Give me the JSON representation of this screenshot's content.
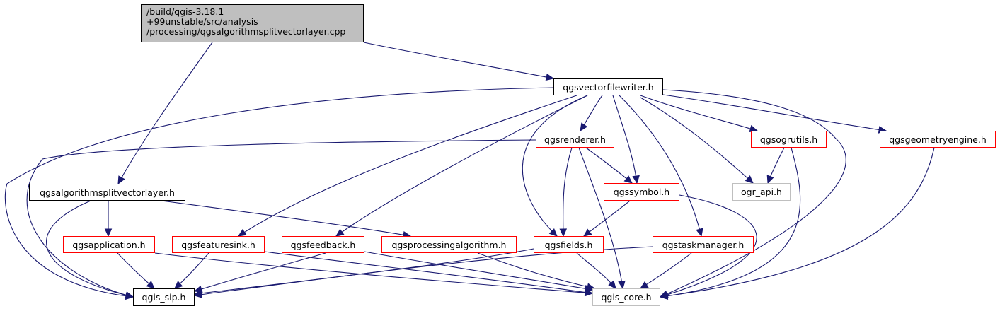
{
  "diagram": {
    "type": "include-dependency-graph",
    "colors": {
      "edge": "#191970",
      "root_fill": "#bfbfbf",
      "documented_border": "#000000",
      "truncated_border": "#ff0000",
      "external_border": "#bfbfbf"
    },
    "nodes": [
      {
        "id": "root",
        "label_lines": [
          "/build/qgis-3.18.1",
          "+99unstable/src/analysis",
          "/processing/qgsalgorithmsplitvectorlayer.cpp"
        ],
        "kind": "root"
      },
      {
        "id": "vfw",
        "label": "qgsvectorfilewriter.h",
        "kind": "main"
      },
      {
        "id": "renderer",
        "label": "qgsrenderer.h",
        "kind": "trunc"
      },
      {
        "id": "ogrutils",
        "label": "qgsogrutils.h",
        "kind": "trunc"
      },
      {
        "id": "geomengine",
        "label": "qgsgeometryengine.h",
        "kind": "trunc"
      },
      {
        "id": "splitlayer",
        "label": "qgsalgorithmsplitvectorlayer.h",
        "kind": "main"
      },
      {
        "id": "symbol",
        "label": "qgssymbol.h",
        "kind": "trunc"
      },
      {
        "id": "ograpi",
        "label": "ogr_api.h",
        "kind": "ext"
      },
      {
        "id": "application",
        "label": "qgsapplication.h",
        "kind": "trunc"
      },
      {
        "id": "featuresink",
        "label": "qgsfeaturesink.h",
        "kind": "trunc"
      },
      {
        "id": "feedback",
        "label": "qgsfeedback.h",
        "kind": "trunc"
      },
      {
        "id": "procalg",
        "label": "qgsprocessingalgorithm.h",
        "kind": "trunc"
      },
      {
        "id": "fields",
        "label": "qgsfields.h",
        "kind": "trunc"
      },
      {
        "id": "taskmgr",
        "label": "qgstaskmanager.h",
        "kind": "trunc"
      },
      {
        "id": "sip",
        "label": "qgis_sip.h",
        "kind": "main"
      },
      {
        "id": "core",
        "label": "qgis_core.h",
        "kind": "ext"
      }
    ],
    "edges": [
      {
        "from": "root",
        "to": "vfw"
      },
      {
        "from": "root",
        "to": "splitlayer"
      },
      {
        "from": "vfw",
        "to": "sip"
      },
      {
        "from": "vfw",
        "to": "renderer"
      },
      {
        "from": "vfw",
        "to": "ogrutils"
      },
      {
        "from": "vfw",
        "to": "geomengine"
      },
      {
        "from": "vfw",
        "to": "symbol"
      },
      {
        "from": "vfw",
        "to": "ograpi"
      },
      {
        "from": "vfw",
        "to": "featuresink"
      },
      {
        "from": "vfw",
        "to": "feedback"
      },
      {
        "from": "vfw",
        "to": "fields"
      },
      {
        "from": "vfw",
        "to": "taskmgr"
      },
      {
        "from": "vfw",
        "to": "core"
      },
      {
        "from": "renderer",
        "to": "sip"
      },
      {
        "from": "renderer",
        "to": "symbol"
      },
      {
        "from": "renderer",
        "to": "fields"
      },
      {
        "from": "renderer",
        "to": "core"
      },
      {
        "from": "ogrutils",
        "to": "ograpi"
      },
      {
        "from": "ogrutils",
        "to": "core"
      },
      {
        "from": "geomengine",
        "to": "core"
      },
      {
        "from": "splitlayer",
        "to": "application"
      },
      {
        "from": "splitlayer",
        "to": "sip"
      },
      {
        "from": "splitlayer",
        "to": "procalg"
      },
      {
        "from": "symbol",
        "to": "fields"
      },
      {
        "from": "symbol",
        "to": "core"
      },
      {
        "from": "application",
        "to": "sip"
      },
      {
        "from": "application",
        "to": "core"
      },
      {
        "from": "featuresink",
        "to": "sip"
      },
      {
        "from": "featuresink",
        "to": "core"
      },
      {
        "from": "feedback",
        "to": "sip"
      },
      {
        "from": "feedback",
        "to": "core"
      },
      {
        "from": "procalg",
        "to": "core"
      },
      {
        "from": "fields",
        "to": "sip"
      },
      {
        "from": "fields",
        "to": "core"
      },
      {
        "from": "taskmgr",
        "to": "sip"
      },
      {
        "from": "taskmgr",
        "to": "core"
      }
    ]
  }
}
